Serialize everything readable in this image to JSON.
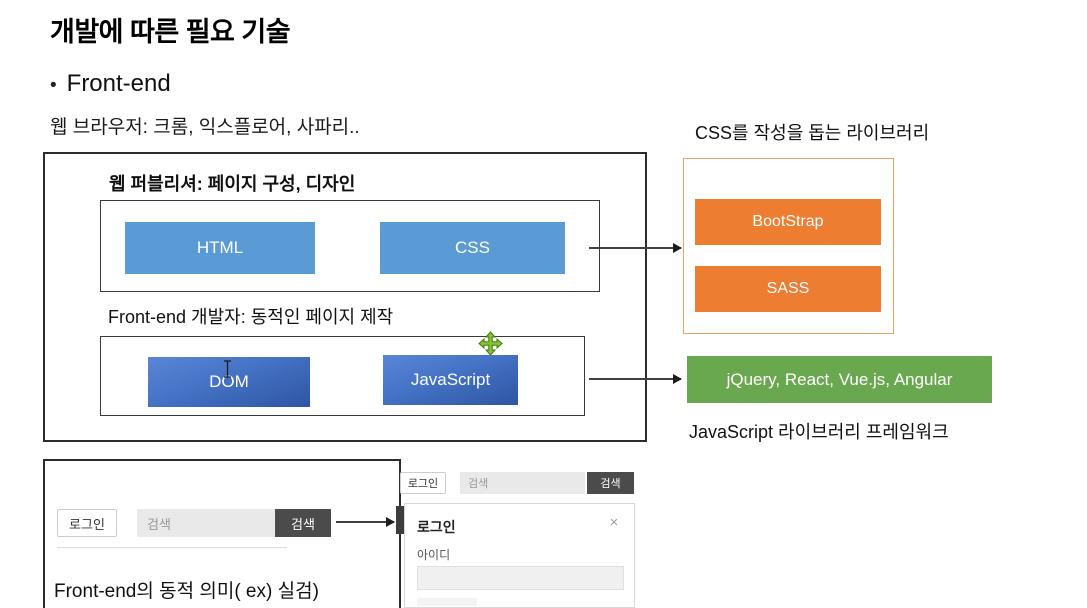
{
  "slide": {
    "title": "개발에 따른 필요 기술",
    "bullet_marker": "•",
    "bullet_text": "Front-end",
    "sub_line": "웹 브라우저: 크롬, 익스플로어, 사파리.."
  },
  "main_frame": {
    "publisher_caption": "웹 퍼블리셔: 페이지 구성, 디자인",
    "frontend_caption": "Front-end 개발자: 동적인 페이지 제작",
    "boxes": [
      {
        "label": "HTML",
        "color": "#5b9bd5"
      },
      {
        "label": "CSS",
        "color": "#5b9bd5"
      },
      {
        "label": "DOM",
        "color": "#4472c4"
      },
      {
        "label": "JavaScript",
        "color": "#4472c4"
      }
    ]
  },
  "right_column": {
    "css_library_caption": "CSS를 작성을 돕는 라이브러리",
    "css_libraries": [
      {
        "label": "BootStrap",
        "color": "#ed7d31"
      },
      {
        "label": "SASS",
        "color": "#ed7d31"
      }
    ],
    "js_framework_box": {
      "label": "jQuery, React, Vue.js, Angular",
      "color": "#6aa84f"
    },
    "js_library_caption": "JavaScript 라이브러리 프레임워크"
  },
  "bottom_panel": {
    "caption": "Front-end의 동적 의미( ex) 실검)",
    "left_mock": {
      "login_button": "로그인",
      "search_placeholder": "검색",
      "search_button": "검색"
    },
    "right_mock": {
      "login_button": "로그인",
      "search_placeholder": "검색",
      "search_button": "검색",
      "modal": {
        "title": "로그인",
        "close_icon": "×",
        "field_label": "아이디",
        "field_value": ""
      }
    }
  },
  "cursors": {
    "move_cursor": "move-cursor",
    "text_cursor": "ibeam-cursor"
  }
}
